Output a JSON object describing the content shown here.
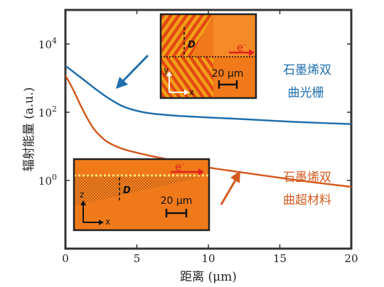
{
  "chart_data": {
    "type": "line",
    "xlabel": "距离 (μm)",
    "ylabel": "辐射能量  (a.u.)",
    "xlim": [
      0,
      20
    ],
    "x_ticks": [
      0,
      5,
      10,
      15,
      20
    ],
    "x_tick_labels": [
      "0",
      "5",
      "10",
      "15",
      "20"
    ],
    "y_scale": "log",
    "ylim": [
      0.01,
      100000
    ],
    "y_ticks": [
      1,
      100,
      10000
    ],
    "y_tick_labels": [
      {
        "base": "10",
        "exp": "0"
      },
      {
        "base": "10",
        "exp": "2"
      },
      {
        "base": "10",
        "exp": "4"
      }
    ],
    "grid": false,
    "series": [
      {
        "name": "石墨烯双曲光栅",
        "name_lines": [
          "石墨烯双",
          "曲光栅"
        ],
        "color": "#1f6fae",
        "x": [
          0,
          0.5,
          1,
          1.5,
          2,
          3,
          4,
          5,
          6,
          8,
          10,
          12,
          15,
          17,
          20
        ],
        "y": [
          2300,
          1600,
          1100,
          760,
          520,
          260,
          150,
          110,
          92,
          78,
          70,
          64,
          55,
          50,
          45
        ]
      },
      {
        "name": "石墨烯双曲超材料",
        "name_lines": [
          "石墨烯双",
          "曲超材料"
        ],
        "color": "#d45a1f",
        "x": [
          0,
          0.5,
          1,
          1.5,
          2,
          2.5,
          3,
          4,
          5,
          6,
          8,
          10,
          12,
          15,
          17,
          20
        ],
        "y": [
          1200,
          500,
          180,
          70,
          32,
          19,
          13,
          8.4,
          6.5,
          5.2,
          3.5,
          2.4,
          1.8,
          1.2,
          0.92,
          0.65
        ]
      }
    ]
  },
  "insets": {
    "top": {
      "d_label": "D",
      "e_label": "e",
      "e_sup": "-",
      "y_axis": "y",
      "x_axis": "x",
      "scale": "20 μm"
    },
    "bottom": {
      "d_label": "D",
      "e_label": "e",
      "e_sup": "-",
      "y_axis": "z",
      "x_axis": "x",
      "scale": "20 μm"
    }
  },
  "colors": {
    "blue": "#1f6fae",
    "orange": "#d45a1f",
    "inset_bg": "#f07a1a"
  }
}
